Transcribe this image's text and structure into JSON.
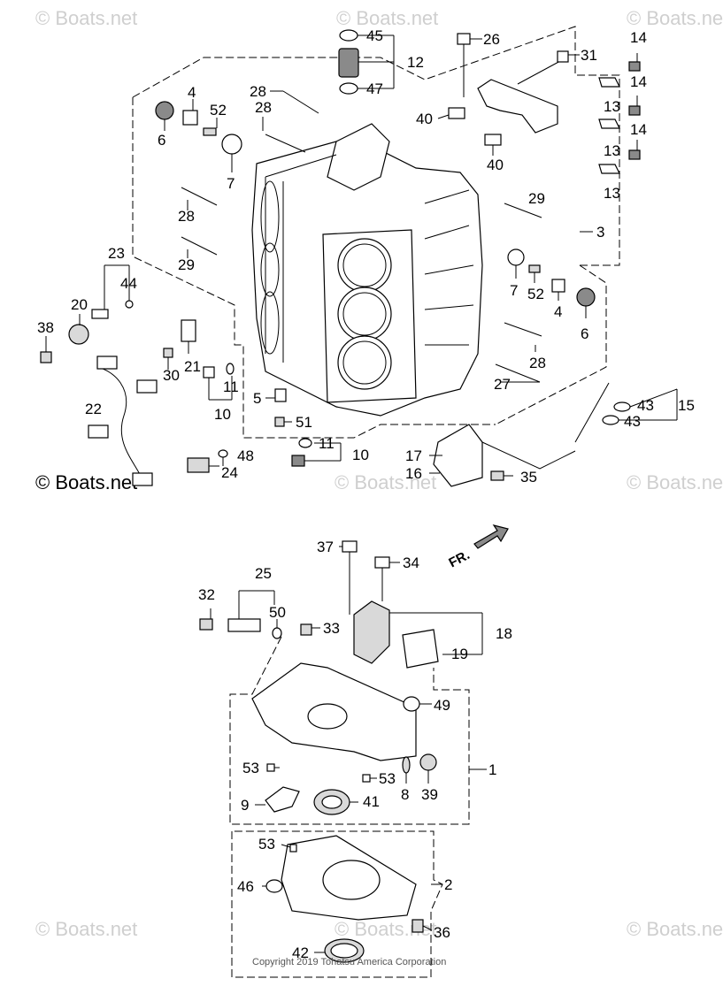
{
  "watermarks": {
    "text": "© Boats.net",
    "highlight_text": "© Boats.net"
  },
  "copyright": "Copyright 2019 Tohatsu America Corporation",
  "direction_label": "FR.",
  "callouts": [
    {
      "id": "45",
      "text": "45"
    },
    {
      "id": "12",
      "text": "12"
    },
    {
      "id": "47",
      "text": "47"
    },
    {
      "id": "26",
      "text": "26"
    },
    {
      "id": "31",
      "text": "31"
    },
    {
      "id": "14a",
      "text": "14"
    },
    {
      "id": "14b",
      "text": "14"
    },
    {
      "id": "14c",
      "text": "14"
    },
    {
      "id": "13a",
      "text": "13"
    },
    {
      "id": "13b",
      "text": "13"
    },
    {
      "id": "13c",
      "text": "13"
    },
    {
      "id": "40a",
      "text": "40"
    },
    {
      "id": "40b",
      "text": "40"
    },
    {
      "id": "4a",
      "text": "4"
    },
    {
      "id": "52a",
      "text": "52"
    },
    {
      "id": "28a",
      "text": "28"
    },
    {
      "id": "28b",
      "text": "28"
    },
    {
      "id": "6a",
      "text": "6"
    },
    {
      "id": "7a",
      "text": "7"
    },
    {
      "id": "28c",
      "text": "28"
    },
    {
      "id": "29a",
      "text": "29"
    },
    {
      "id": "29b",
      "text": "29"
    },
    {
      "id": "3",
      "text": "3"
    },
    {
      "id": "23",
      "text": "23"
    },
    {
      "id": "44",
      "text": "44"
    },
    {
      "id": "20",
      "text": "20"
    },
    {
      "id": "38",
      "text": "38"
    },
    {
      "id": "7b",
      "text": "7"
    },
    {
      "id": "52b",
      "text": "52"
    },
    {
      "id": "4b",
      "text": "4"
    },
    {
      "id": "6b",
      "text": "6"
    },
    {
      "id": "21",
      "text": "21"
    },
    {
      "id": "30",
      "text": "30"
    },
    {
      "id": "11a",
      "text": "11"
    },
    {
      "id": "28d",
      "text": "28"
    },
    {
      "id": "27",
      "text": "27"
    },
    {
      "id": "22",
      "text": "22"
    },
    {
      "id": "5",
      "text": "5"
    },
    {
      "id": "10a",
      "text": "10"
    },
    {
      "id": "51",
      "text": "51"
    },
    {
      "id": "43a",
      "text": "43"
    },
    {
      "id": "15",
      "text": "15"
    },
    {
      "id": "43b",
      "text": "43"
    },
    {
      "id": "11b",
      "text": "11"
    },
    {
      "id": "10b",
      "text": "10"
    },
    {
      "id": "48",
      "text": "48"
    },
    {
      "id": "24",
      "text": "24"
    },
    {
      "id": "17",
      "text": "17"
    },
    {
      "id": "16",
      "text": "16"
    },
    {
      "id": "35",
      "text": "35"
    },
    {
      "id": "37",
      "text": "37"
    },
    {
      "id": "34",
      "text": "34"
    },
    {
      "id": "25",
      "text": "25"
    },
    {
      "id": "32",
      "text": "32"
    },
    {
      "id": "50",
      "text": "50"
    },
    {
      "id": "33",
      "text": "33"
    },
    {
      "id": "18",
      "text": "18"
    },
    {
      "id": "19",
      "text": "19"
    },
    {
      "id": "49",
      "text": "49"
    },
    {
      "id": "1",
      "text": "1"
    },
    {
      "id": "53a",
      "text": "53"
    },
    {
      "id": "53b",
      "text": "53"
    },
    {
      "id": "8",
      "text": "8"
    },
    {
      "id": "39",
      "text": "39"
    },
    {
      "id": "9",
      "text": "9"
    },
    {
      "id": "41",
      "text": "41"
    },
    {
      "id": "53c",
      "text": "53"
    },
    {
      "id": "2",
      "text": "2"
    },
    {
      "id": "46",
      "text": "46"
    },
    {
      "id": "36",
      "text": "36"
    },
    {
      "id": "42",
      "text": "42"
    }
  ]
}
